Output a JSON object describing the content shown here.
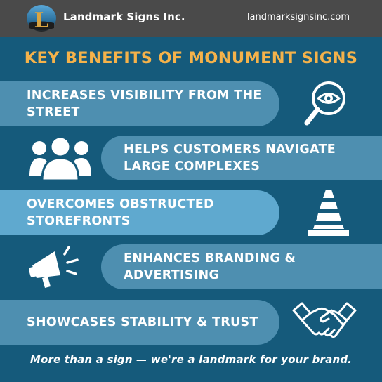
{
  "header": {
    "brand": "Landmark Signs Inc.",
    "website": "landmarksignsinc.com",
    "logo_letter": "L"
  },
  "headline": "KEY BENEFITS OF MONUMENT SIGNS",
  "benefits": [
    {
      "line1": "INCREASES VISIBILITY FROM THE",
      "line2": "STREET",
      "icon": "magnifier-eye-icon"
    },
    {
      "line1": "HELPS CUSTOMERS NAVIGATE",
      "line2": "LARGE COMPLEXES",
      "icon": "people-group-icon"
    },
    {
      "line1": "OVERCOMES OBSTRUCTED",
      "line2": "STOREFRONTS",
      "icon": "traffic-cone-icon"
    },
    {
      "line1": "ENHANCES BRANDING &",
      "line2": "ADVERTISING",
      "icon": "megaphone-icon"
    },
    {
      "line1": "SHOWCASES STABILITY & TRUST",
      "line2": "",
      "icon": "handshake-icon"
    }
  ],
  "footer": "More than a sign — we're a landmark for your brand.",
  "colors": {
    "background": "#155a7b",
    "topbar": "#4a4a4a",
    "headline": "#f5b24a",
    "pill": "#4e8fb0",
    "pill_highlight": "#5fa9cf"
  }
}
